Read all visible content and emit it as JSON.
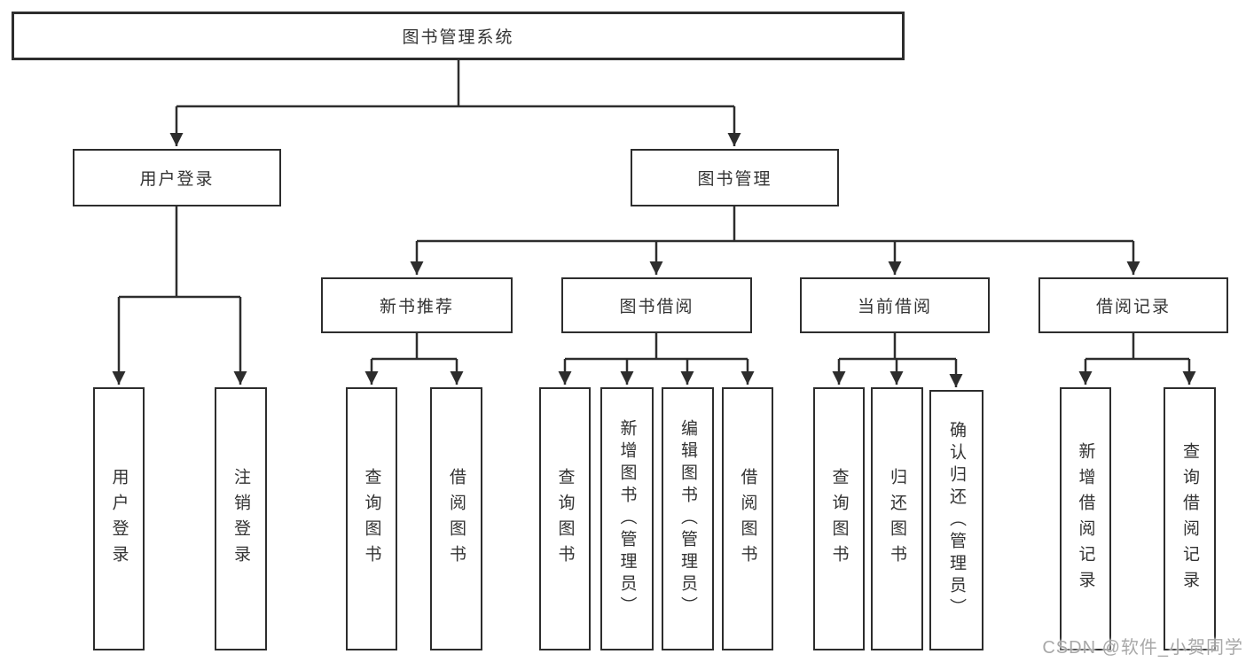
{
  "nodes": {
    "root": "图书管理系统",
    "user_login": "用户登录",
    "book_management": "图书管理",
    "new_book_recommend": "新书推荐",
    "book_borrowing": "图书借阅",
    "current_borrowing": "当前借阅",
    "borrowing_records": "借阅记录",
    "leaves": {
      "user_login": "用户登录",
      "logout": "注销登录",
      "nb_query_book": "查询图书",
      "nb_borrow_book": "借阅图书",
      "bb_query_book": "查询图书",
      "bb_add_book": "新增图书（管理员）",
      "bb_edit_book": "编辑图书（管理员）",
      "bb_borrow_book": "借阅图书",
      "cb_query_book": "查询图书",
      "cb_return_book": "归还图书",
      "cb_confirm_return": "确认归还（管理员）",
      "br_add_record": "新增借阅记录",
      "br_query_record": "查询借阅记录"
    }
  },
  "watermark": "CSDN @软件_小贺同学",
  "colors": {
    "line": "#2d2d2d",
    "border": "#2d2d2d",
    "text": "#333333",
    "background": "#ffffff",
    "watermark": "#9e9e9e"
  }
}
